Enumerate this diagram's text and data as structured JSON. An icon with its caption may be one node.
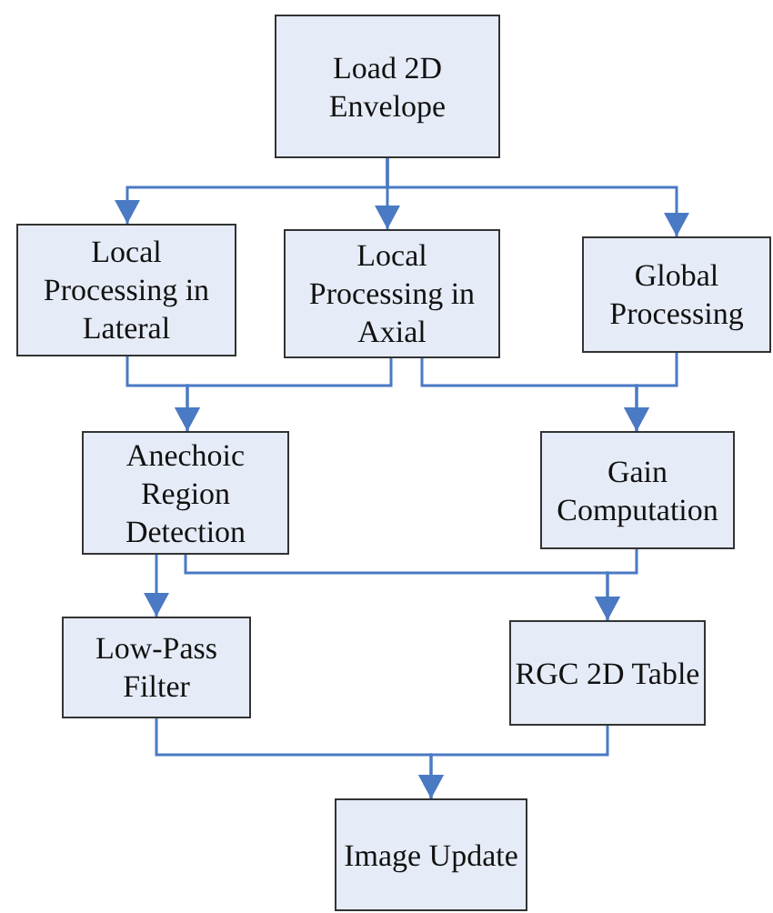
{
  "diagram": {
    "nodes": [
      {
        "text": [
          "Load 2D Envelope"
        ]
      },
      {
        "text": [
          "Local Processing in Lateral"
        ]
      },
      {
        "text": [
          "Local Processing in Axial"
        ]
      },
      {
        "text": [
          "Global Processing"
        ]
      },
      {
        "text": [
          "Anechoic Region Detection"
        ]
      },
      {
        "text": [
          "Gain Computation"
        ]
      },
      {
        "text": [
          "Low-Pass Filter"
        ]
      },
      {
        "text": [
          "RGC 2D Table"
        ]
      },
      {
        "text": [
          "Image Update"
        ]
      }
    ],
    "edges": [
      {
        "from": 0,
        "to": 1,
        "arrow": "to"
      },
      {
        "from": 0,
        "to": 2,
        "arrow": "to"
      },
      {
        "from": 0,
        "to": 3,
        "arrow": "to"
      },
      {
        "from": 1,
        "to": 4,
        "arrow": "to"
      },
      {
        "from": 2,
        "to": 4,
        "arrow": "to"
      },
      {
        "from": 2,
        "to": 5,
        "arrow": "to"
      },
      {
        "from": 3,
        "to": 5,
        "arrow": "to"
      },
      {
        "from": 4,
        "to": 6,
        "arrow": "to"
      },
      {
        "from": 4,
        "to": 7,
        "arrow": "to"
      },
      {
        "from": 5,
        "to": 7,
        "arrow": "to"
      },
      {
        "from": 6,
        "to": 8,
        "arrow": "to"
      },
      {
        "from": 7,
        "to": 8,
        "arrow": "to"
      }
    ]
  }
}
